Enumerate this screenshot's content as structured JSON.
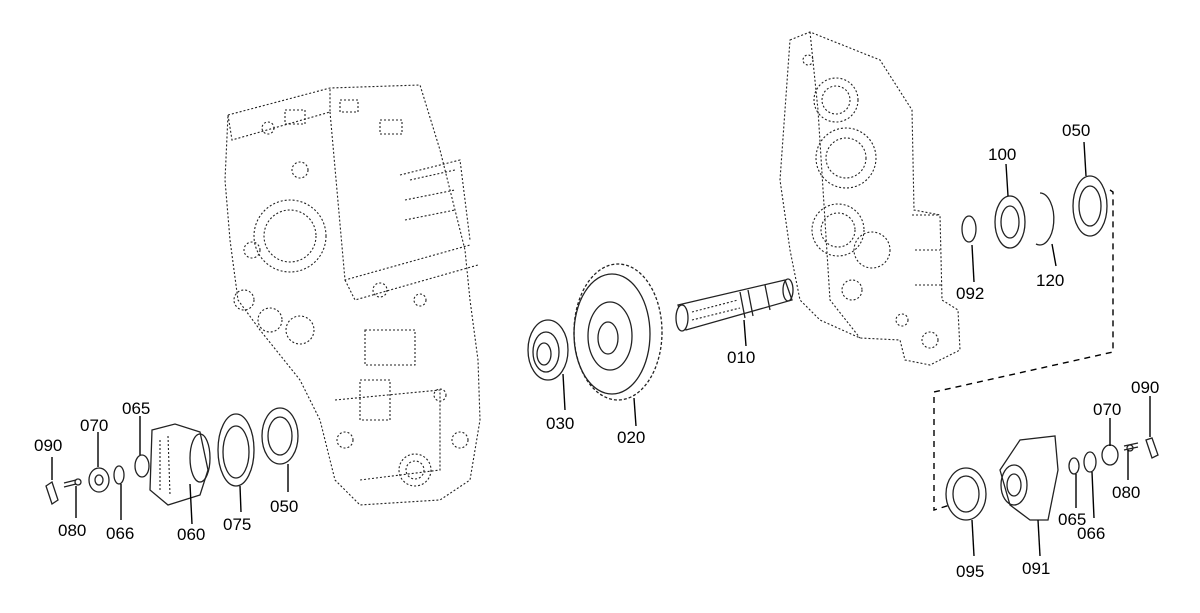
{
  "diagram": {
    "callouts": {
      "c050_top": "050",
      "c100": "100",
      "c092": "092",
      "c120": "120",
      "c010": "010",
      "c030": "030",
      "c020": "020",
      "c090_left": "090",
      "c070_left": "070",
      "c065_left": "065",
      "c080_left": "080",
      "c066_left": "066",
      "c060": "060",
      "c075": "075",
      "c050_left": "050",
      "c090_right": "090",
      "c070_right": "070",
      "c080_right": "080",
      "c065_right": "065",
      "c066_right": "066",
      "c095": "095",
      "c091": "091"
    }
  }
}
